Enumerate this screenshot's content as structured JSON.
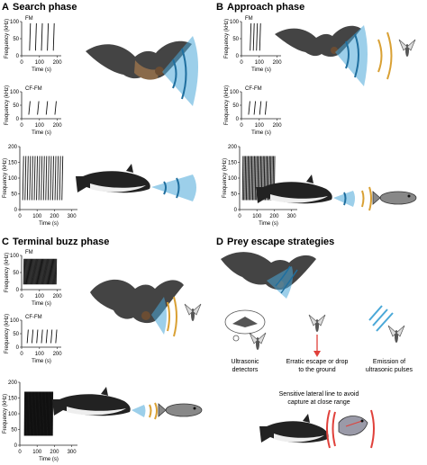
{
  "panels": {
    "a": {
      "letter": "A",
      "title": "Search phase"
    },
    "b": {
      "letter": "B",
      "title": "Approach phase"
    },
    "c": {
      "letter": "C",
      "title": "Terminal buzz phase"
    },
    "d": {
      "letter": "D",
      "title": "Prey escape strategies"
    }
  },
  "plot_text": {
    "ylabel": "Frequency (kHz)",
    "xlabel": "Time (s)",
    "fm": "FM",
    "cffm": "CF-FM"
  },
  "ticks": {
    "bat_y": [
      "0",
      "50",
      "100"
    ],
    "bat_x": [
      "0",
      "100",
      "200"
    ],
    "dolphin_y": [
      "0",
      "50",
      "100",
      "150",
      "200"
    ],
    "dolphin_x": [
      "0",
      "100",
      "200",
      "300"
    ]
  },
  "d_labels": {
    "detectors": "Ultrasonic detectors",
    "erratic": "Erratic escape or drop to the ground",
    "emission": "Emission of ultrasonic pulses",
    "lateral_line": "Sensitive lateral line to avoid capture at close range"
  },
  "colors": {
    "sonar_blue": "#4aa8d8",
    "prey_orange": "#d9a033",
    "escape_red": "#e0403a"
  }
}
